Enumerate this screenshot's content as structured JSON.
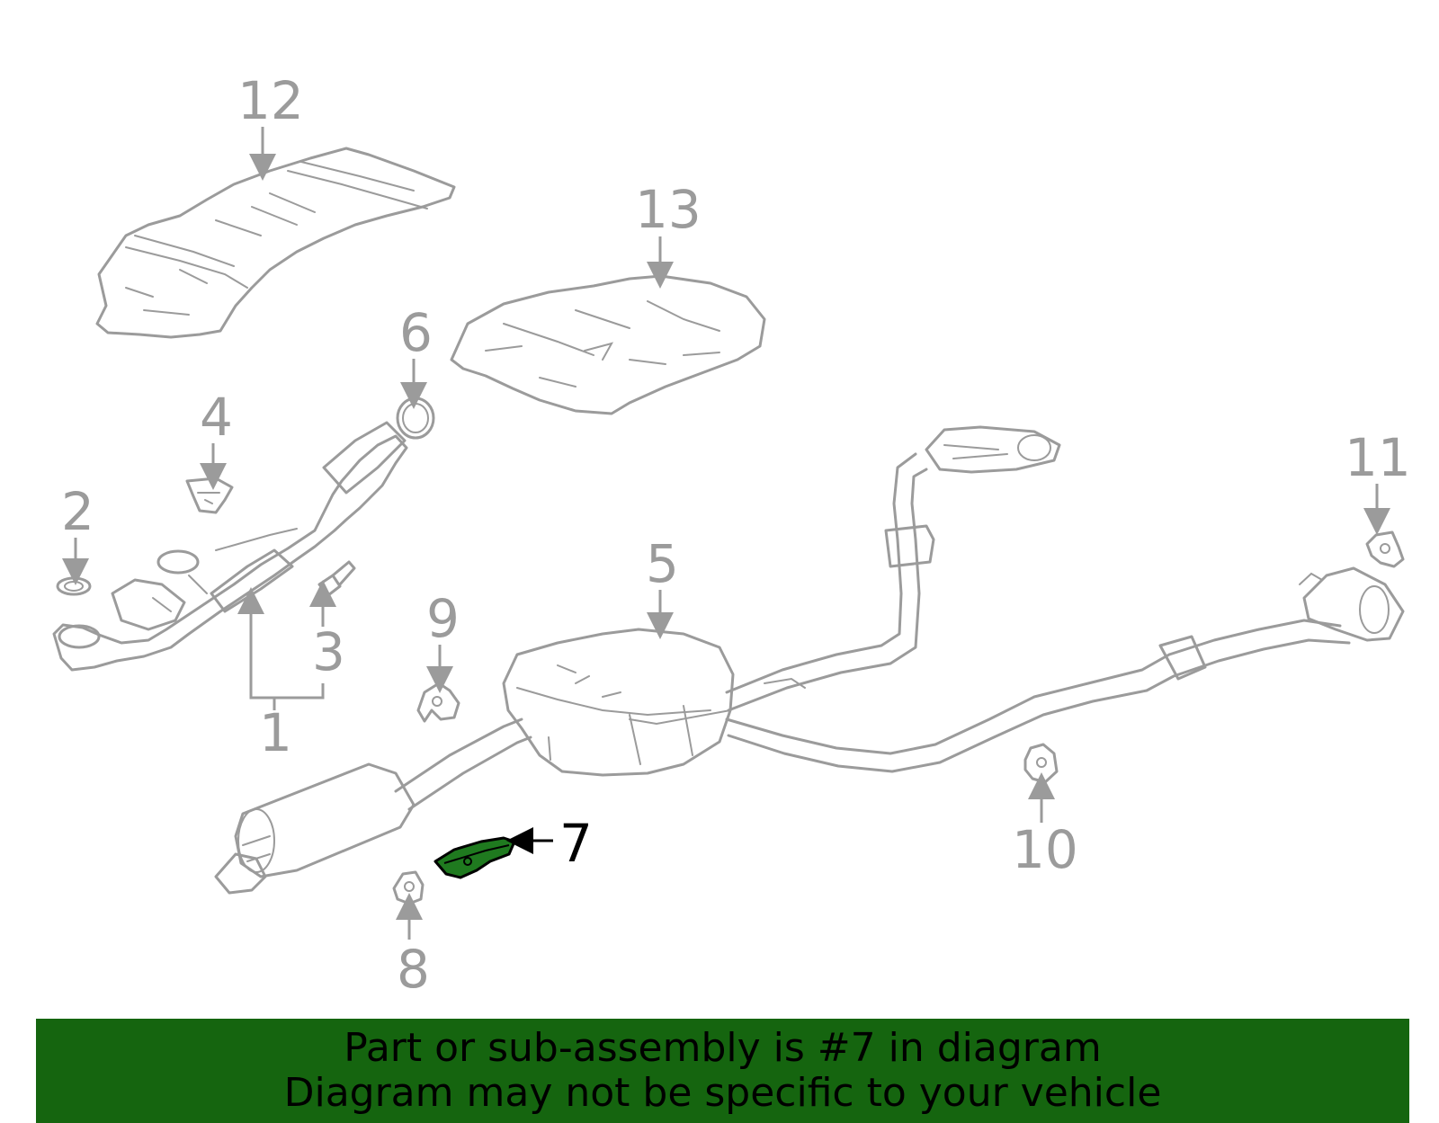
{
  "colors": {
    "line": "#9b9b9b",
    "highlight_fill": "#1f7a1f",
    "highlight_text": "#000000",
    "banner_bg": "#15650f"
  },
  "callouts": {
    "c1": "1",
    "c2": "2",
    "c3": "3",
    "c4": "4",
    "c5": "5",
    "c6": "6",
    "c7": "7",
    "c8": "8",
    "c9": "9",
    "c10": "10",
    "c11": "11",
    "c12": "12",
    "c13": "13"
  },
  "banner": {
    "line1": "Part or sub-assembly is #7 in diagram",
    "line2": "Diagram may not be specific to your vehicle"
  }
}
